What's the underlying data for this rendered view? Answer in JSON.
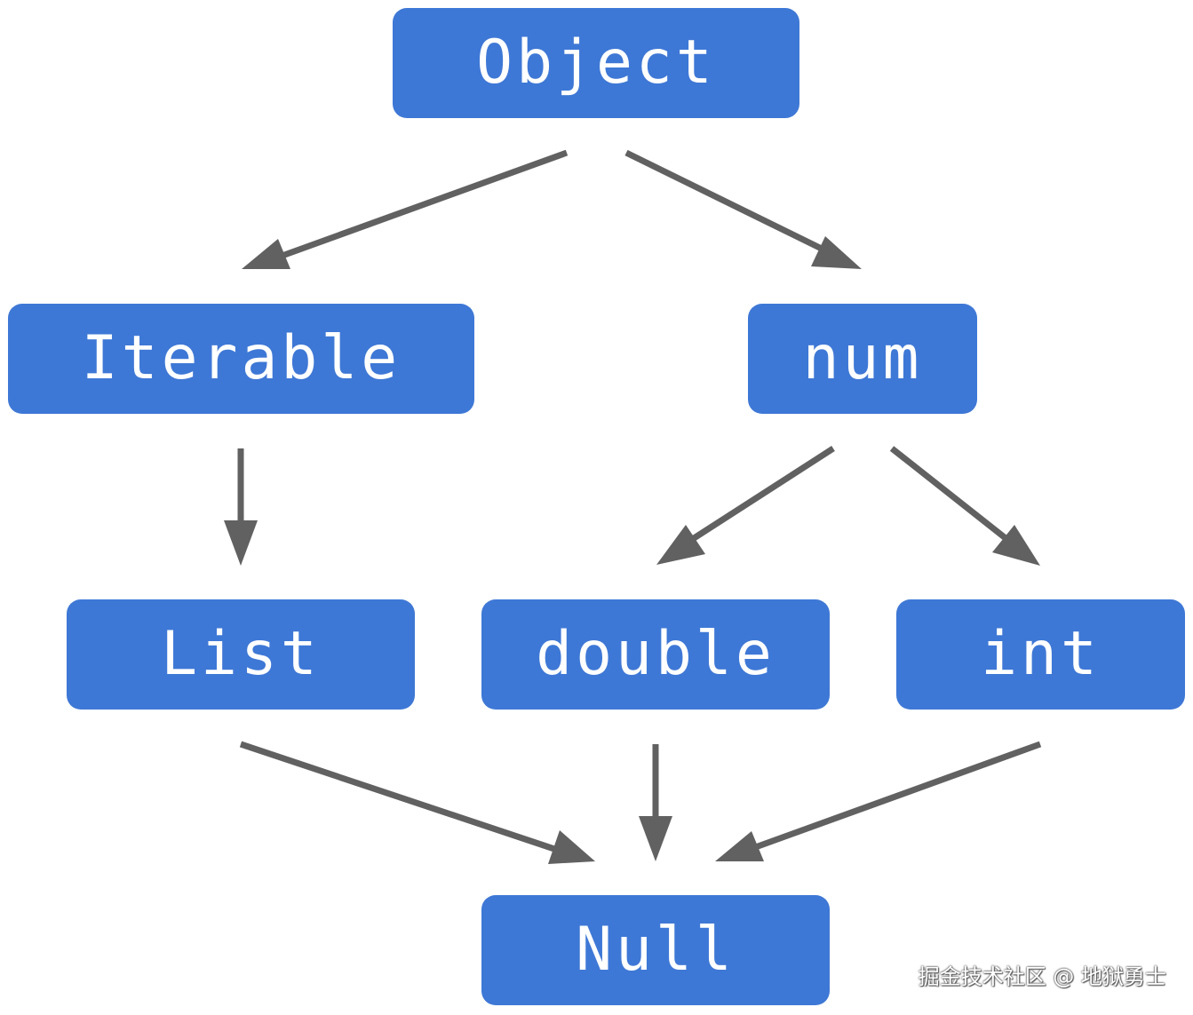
{
  "nodes": {
    "object": "Object",
    "iterable": "Iterable",
    "num": "num",
    "list": "List",
    "double": "double",
    "int": "int",
    "null": "Null"
  },
  "edges": [
    {
      "from": "object",
      "to": "iterable"
    },
    {
      "from": "object",
      "to": "num"
    },
    {
      "from": "iterable",
      "to": "list"
    },
    {
      "from": "num",
      "to": "double"
    },
    {
      "from": "num",
      "to": "int"
    },
    {
      "from": "list",
      "to": "null"
    },
    {
      "from": "double",
      "to": "null"
    },
    {
      "from": "int",
      "to": "null"
    }
  ],
  "colors": {
    "node_fill": "#3e78d6",
    "node_text": "#ffffff",
    "arrow": "#616161"
  },
  "watermark": "掘金技术社区 @ 地狱勇士"
}
